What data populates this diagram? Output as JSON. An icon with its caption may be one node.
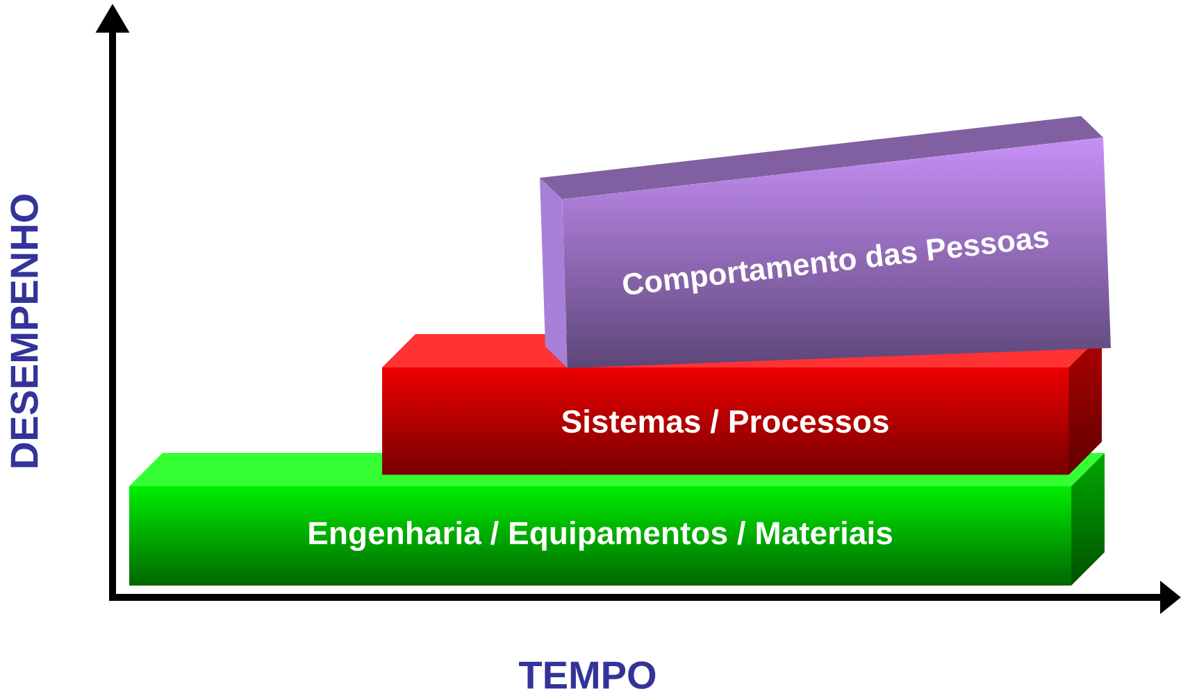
{
  "diagram": {
    "nodes": [
      {
        "text": [
          "Engenharia / Equipamentos / Materiais"
        ]
      },
      {
        "text": [
          "Sistemas / Processos"
        ]
      },
      {
        "text": [
          "Comportamento das Pessoas"
        ]
      }
    ],
    "labels": [
      "DESEMPENHO",
      "TEMPO"
    ]
  }
}
